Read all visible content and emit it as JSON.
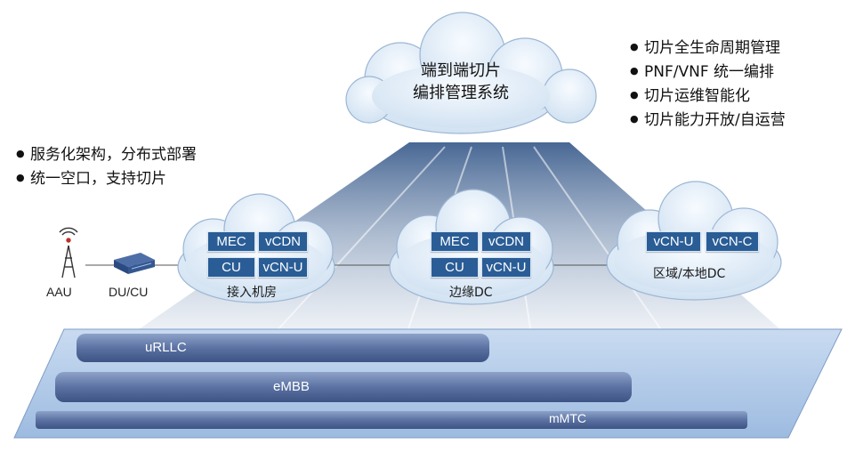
{
  "orchestrator": {
    "line1": "端到端切片",
    "line2": "编排管理系统"
  },
  "features_right": [
    "切片全生命周期管理",
    "PNF/VNF 统一编排",
    "切片运维智能化",
    "切片能力开放/自运营"
  ],
  "features_left": [
    "服务化架构，分布式部署",
    "统一空口，支持切片"
  ],
  "access_room": {
    "label": "接入机房",
    "modules": [
      "MEC",
      "vCDN",
      "CU",
      "vCN-U"
    ]
  },
  "edge_dc": {
    "label": "边缘DC",
    "modules": [
      "MEC",
      "vCDN",
      "CU",
      "vCN-U"
    ]
  },
  "regional_dc": {
    "label": "区域/本地DC",
    "modules": [
      "vCN-U",
      "vCN-C"
    ]
  },
  "devices": {
    "aau": "AAU",
    "du_cu": "DU/CU"
  },
  "slices": [
    "uRLLC",
    "eMBB",
    "mMTC"
  ],
  "colors": {
    "box": "#2a5d96",
    "bar": "#5a74a6",
    "platform": "#a8c4e6",
    "cloud": "#dde9f5"
  },
  "icons": [
    "antenna-tower-icon",
    "du-cu-unit-icon"
  ]
}
